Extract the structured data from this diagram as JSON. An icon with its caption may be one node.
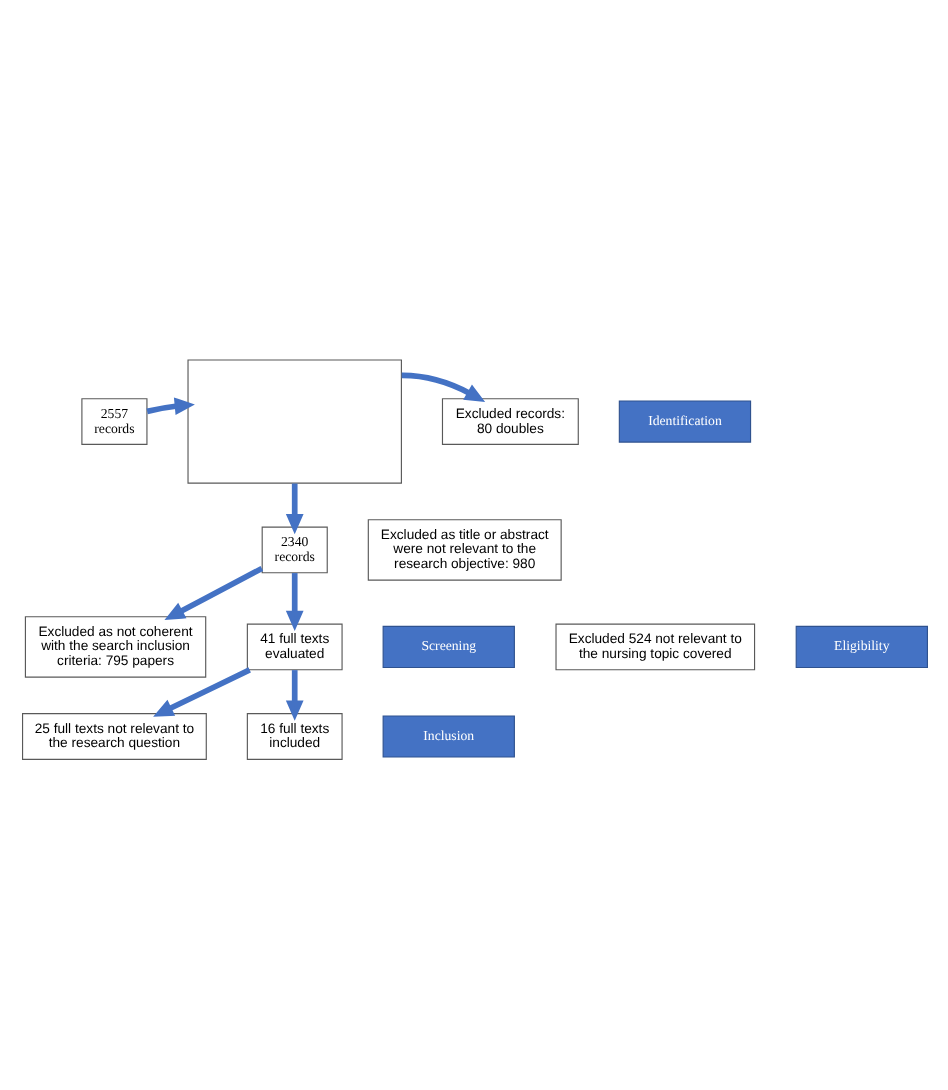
{
  "diagram": {
    "nodes": [
      {
        "text": [
          "2557 records"
        ]
      },
      {
        "text": [
          "Identification"
        ]
      },
      {
        "text": [],
        "shape": "box"
      },
      {
        "text": [
          "Excluded records: 80 doubles"
        ]
      },
      {
        "text": [
          "2340 records"
        ]
      },
      {
        "text": [
          "Excluded as title or abstract were not relevant to the research objective: 980"
        ]
      },
      {
        "text": [
          "Screening"
        ]
      },
      {
        "text": [
          "Excluded as not coherent with the search inclusion criteria: 795 papers"
        ]
      },
      {
        "text": [
          "Excluded 524 not relevant to the nursing topic covered"
        ]
      },
      {
        "text": [
          "41 full texts evaluated"
        ]
      },
      {
        "text": [
          "Eligibility"
        ]
      },
      {
        "text": [
          "25 full texts not relevant to the research question"
        ]
      },
      {
        "text": [
          "16 full texts included"
        ]
      },
      {
        "text": [
          "Inclusion"
        ]
      }
    ],
    "edges": [
      {
        "from": 0,
        "to": 2,
        "arrow": "to"
      },
      {
        "from": 2,
        "to": 3,
        "arrow": "to"
      },
      {
        "from": 2,
        "to": 4,
        "arrow": "to"
      },
      {
        "from": 4,
        "to": 7,
        "arrow": "to"
      },
      {
        "from": 4,
        "to": 9,
        "arrow": "to"
      },
      {
        "from": 9,
        "to": 11,
        "arrow": "to"
      },
      {
        "from": 9,
        "to": 12,
        "arrow": "to"
      }
    ]
  }
}
